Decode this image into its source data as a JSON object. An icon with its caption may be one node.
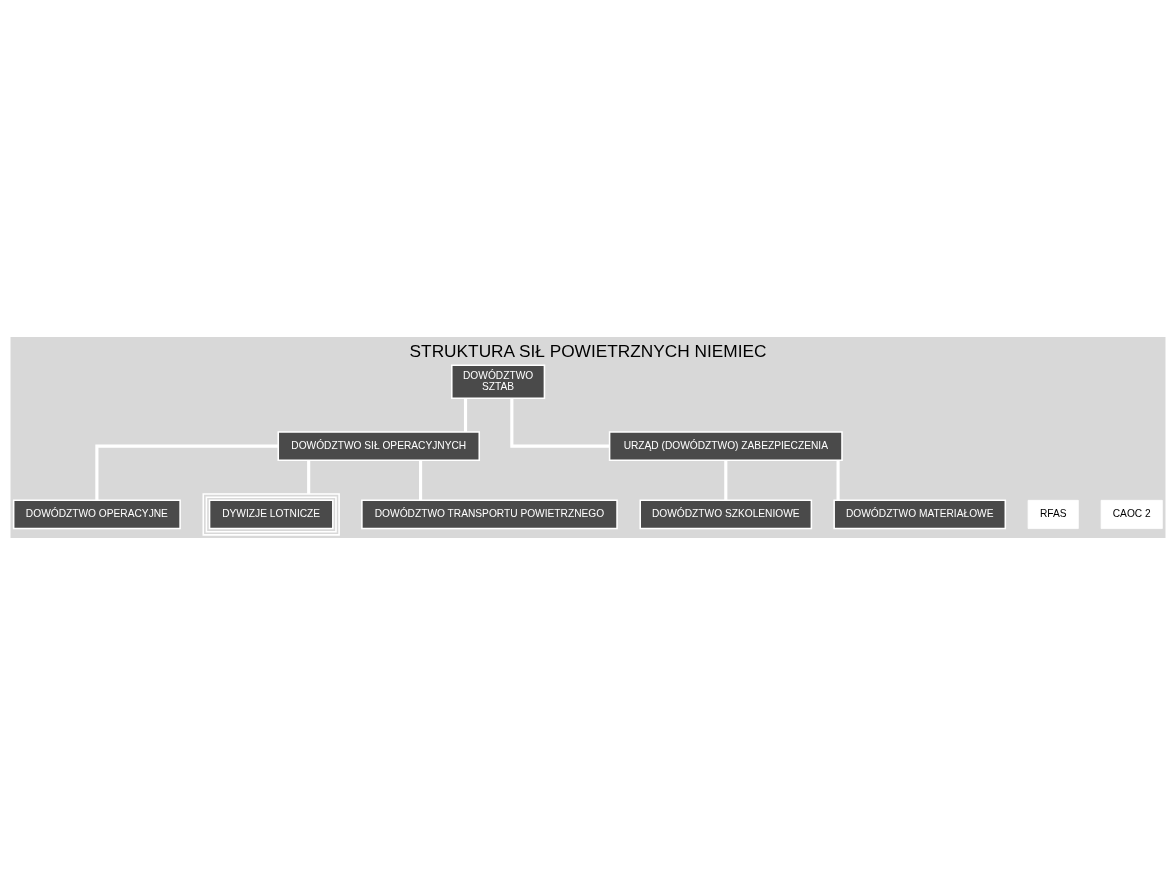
{
  "diagram": {
    "title": "STRUKTURA SIŁ POWIETRZNYCH NIEMIEC",
    "nodes": [
      {
        "text": [
          "DOWÓDZTWO",
          "SZTAB"
        ]
      },
      {
        "text": [
          "DOWÓDZTWO SIŁ OPERACYJNYCH"
        ]
      },
      {
        "text": [
          "URZĄD (DOWÓDZTWO) ZABEZPIECZENIA"
        ]
      },
      {
        "text": [
          "RFAS"
        ]
      },
      {
        "text": [
          "DOWÓDZTWO OPERACYJNE"
        ]
      },
      {
        "text": [
          "CAOC 2"
        ]
      },
      {
        "text": [
          "DYWIZJE LOTNICZE"
        ]
      },
      {
        "text": [
          "DOWÓDZTWO TRANSPORTU POWIETRZNEGO"
        ]
      },
      {
        "text": [
          "DOWÓDZTWO SZKOLENIOWE"
        ]
      },
      {
        "text": [
          "DOWÓDZTWO MATERIAŁOWE"
        ]
      }
    ],
    "edges": [
      {
        "from": 0,
        "to": 1,
        "arrow": "none"
      },
      {
        "from": 0,
        "to": 2,
        "arrow": "none"
      },
      {
        "from": 1,
        "to": 4,
        "arrow": "none"
      },
      {
        "from": 1,
        "to": 6,
        "arrow": "none"
      },
      {
        "from": 1,
        "to": 7,
        "arrow": "none"
      },
      {
        "from": 2,
        "to": 8,
        "arrow": "none"
      },
      {
        "from": 2,
        "to": 9,
        "arrow": "none"
      }
    ]
  }
}
